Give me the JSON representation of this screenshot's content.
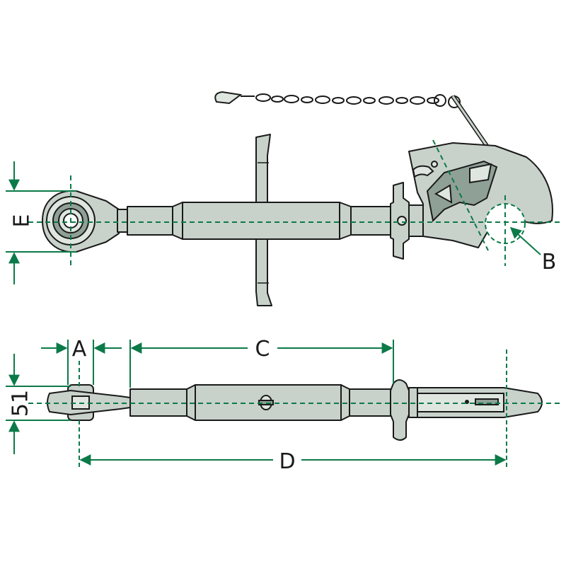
{
  "labels": {
    "a": "A",
    "b": "B",
    "c": "C",
    "d": "D",
    "e": "E",
    "dim_51": "51"
  },
  "colors": {
    "dimension": "#0b7a48",
    "outline": "#1a1a1a",
    "body": "#c8d2ca",
    "shade": "#8fa096"
  }
}
